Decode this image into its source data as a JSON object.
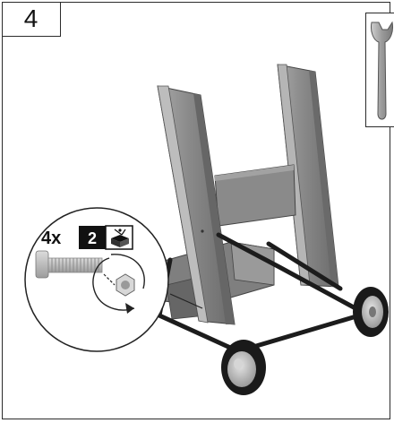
{
  "step": {
    "number": "4"
  },
  "callout": {
    "quantity": "4x",
    "bag_number": "2"
  },
  "icons": {
    "tool": "wrench-icon",
    "parts_bag": "parts-bag-icon"
  },
  "colors": {
    "frame": "#2b2b2b",
    "metal": "#8c8c8c",
    "metal_dark": "#6e6e6e",
    "metal_light": "#b3b3b3",
    "wheel": "#1a1a1a",
    "hub": "#c8c8c8"
  }
}
